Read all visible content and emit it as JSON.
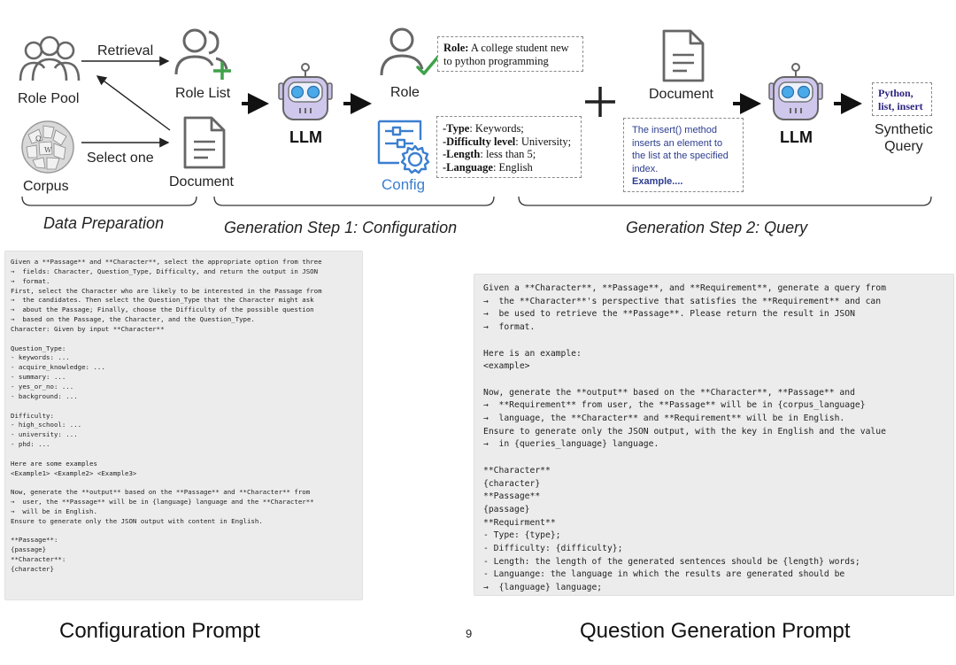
{
  "diagram": {
    "nodes": {
      "role_pool": "Role Pool",
      "corpus": "Corpus",
      "role_list": "Role List",
      "document_left": "Document",
      "llm_1": "LLM",
      "role": "Role",
      "config": "Config",
      "document_right": "Document",
      "llm_2": "LLM",
      "synthetic_query": [
        "Synthetic",
        "Query"
      ]
    },
    "edges": {
      "retrieval": "Retrieval",
      "select_one": "Select one"
    },
    "role_box": {
      "key": "Role:",
      "text": " A college student new to python programming"
    },
    "config_box": [
      {
        "key": "-Type",
        "text": ": Keywords;"
      },
      {
        "key": "-Difficulty level",
        "text": ": University;"
      },
      {
        "key": "-Length",
        "text": ": less than 5;"
      },
      {
        "key": "-Language",
        "text": ": English"
      }
    ],
    "document_example": {
      "lines": [
        "The insert() method",
        "inserts an element to",
        "the list at the specified",
        "index."
      ],
      "emphasis": "Example...."
    },
    "query_output": [
      "Python,",
      "list, insert"
    ],
    "sections": {
      "data_preparation": "Data Preparation",
      "step1": "Generation Step 1:  Configuration",
      "step2": "Generation Step 2:  Query"
    },
    "colors": {
      "config_blue": "#3b7fd0",
      "check_green": "#3fa14a",
      "plus_green": "#4aa35a",
      "query_text": "#2c2580",
      "example_text": "#2c3d8f"
    }
  },
  "configuration_prompt": {
    "caption": "Configuration Prompt",
    "lines": [
      "Given a **Passage** and **Character**, select the appropriate option from three",
      "→  fields: Character, Question_Type, Difficulty, and return the output in JSON",
      "→  format.",
      "First, select the Character who are likely to be interested in the Passage from",
      "→  the candidates. Then select the Question_Type that the Character might ask",
      "→  about the Passage; Finally, choose the Difficulty of the possible question",
      "→  based on the Passage, the Character, and the Question_Type.",
      "Character: Given by input **Character**",
      "",
      "Question_Type:",
      "- keywords: ...",
      "- acquire_knowledge: ...",
      "- summary: ...",
      "- yes_or_no: ...",
      "- background: ...",
      "",
      "Difficulty:",
      "- high_school: ...",
      "- university: ...",
      "- phd: ...",
      "",
      "Here are some examples",
      "<Example1> <Example2> <Example3>",
      "",
      "Now, generate the **output** based on the **Passage** and **Character** from",
      "→  user, the **Passage** will be in {language} language and the **Character**",
      "→  will be in English.",
      "Ensure to generate only the JSON output with content in English.",
      "",
      "**Passage**:",
      "{passage}",
      "**Character**:",
      "{character}"
    ]
  },
  "question_prompt": {
    "caption": "Question Generation Prompt",
    "lines": [
      "Given a **Character**, **Passage**, and **Requirement**, generate a query from",
      "→  the **Character**'s perspective that satisfies the **Requirement** and can",
      "→  be used to retrieve the **Passage**. Please return the result in JSON",
      "→  format.",
      "",
      "Here is an example:",
      "<example>",
      "",
      "Now, generate the **output** based on the **Character**, **Passage** and",
      "→  **Requirement** from user, the **Passage** will be in {corpus_language}",
      "→  language, the **Character** and **Requirement** will be in English.",
      "Ensure to generate only the JSON output, with the key in English and the value",
      "→  in {queries_language} language.",
      "",
      "**Character**",
      "{character}",
      "**Passage**",
      "{passage}",
      "**Requirment**",
      "- Type: {type};",
      "- Difficulty: {difficulty};",
      "- Length: the length of the generated sentences should be {length} words;",
      "- Languange: the language in which the results are generated should be",
      "→  {language} language;"
    ]
  },
  "page_number": "9"
}
